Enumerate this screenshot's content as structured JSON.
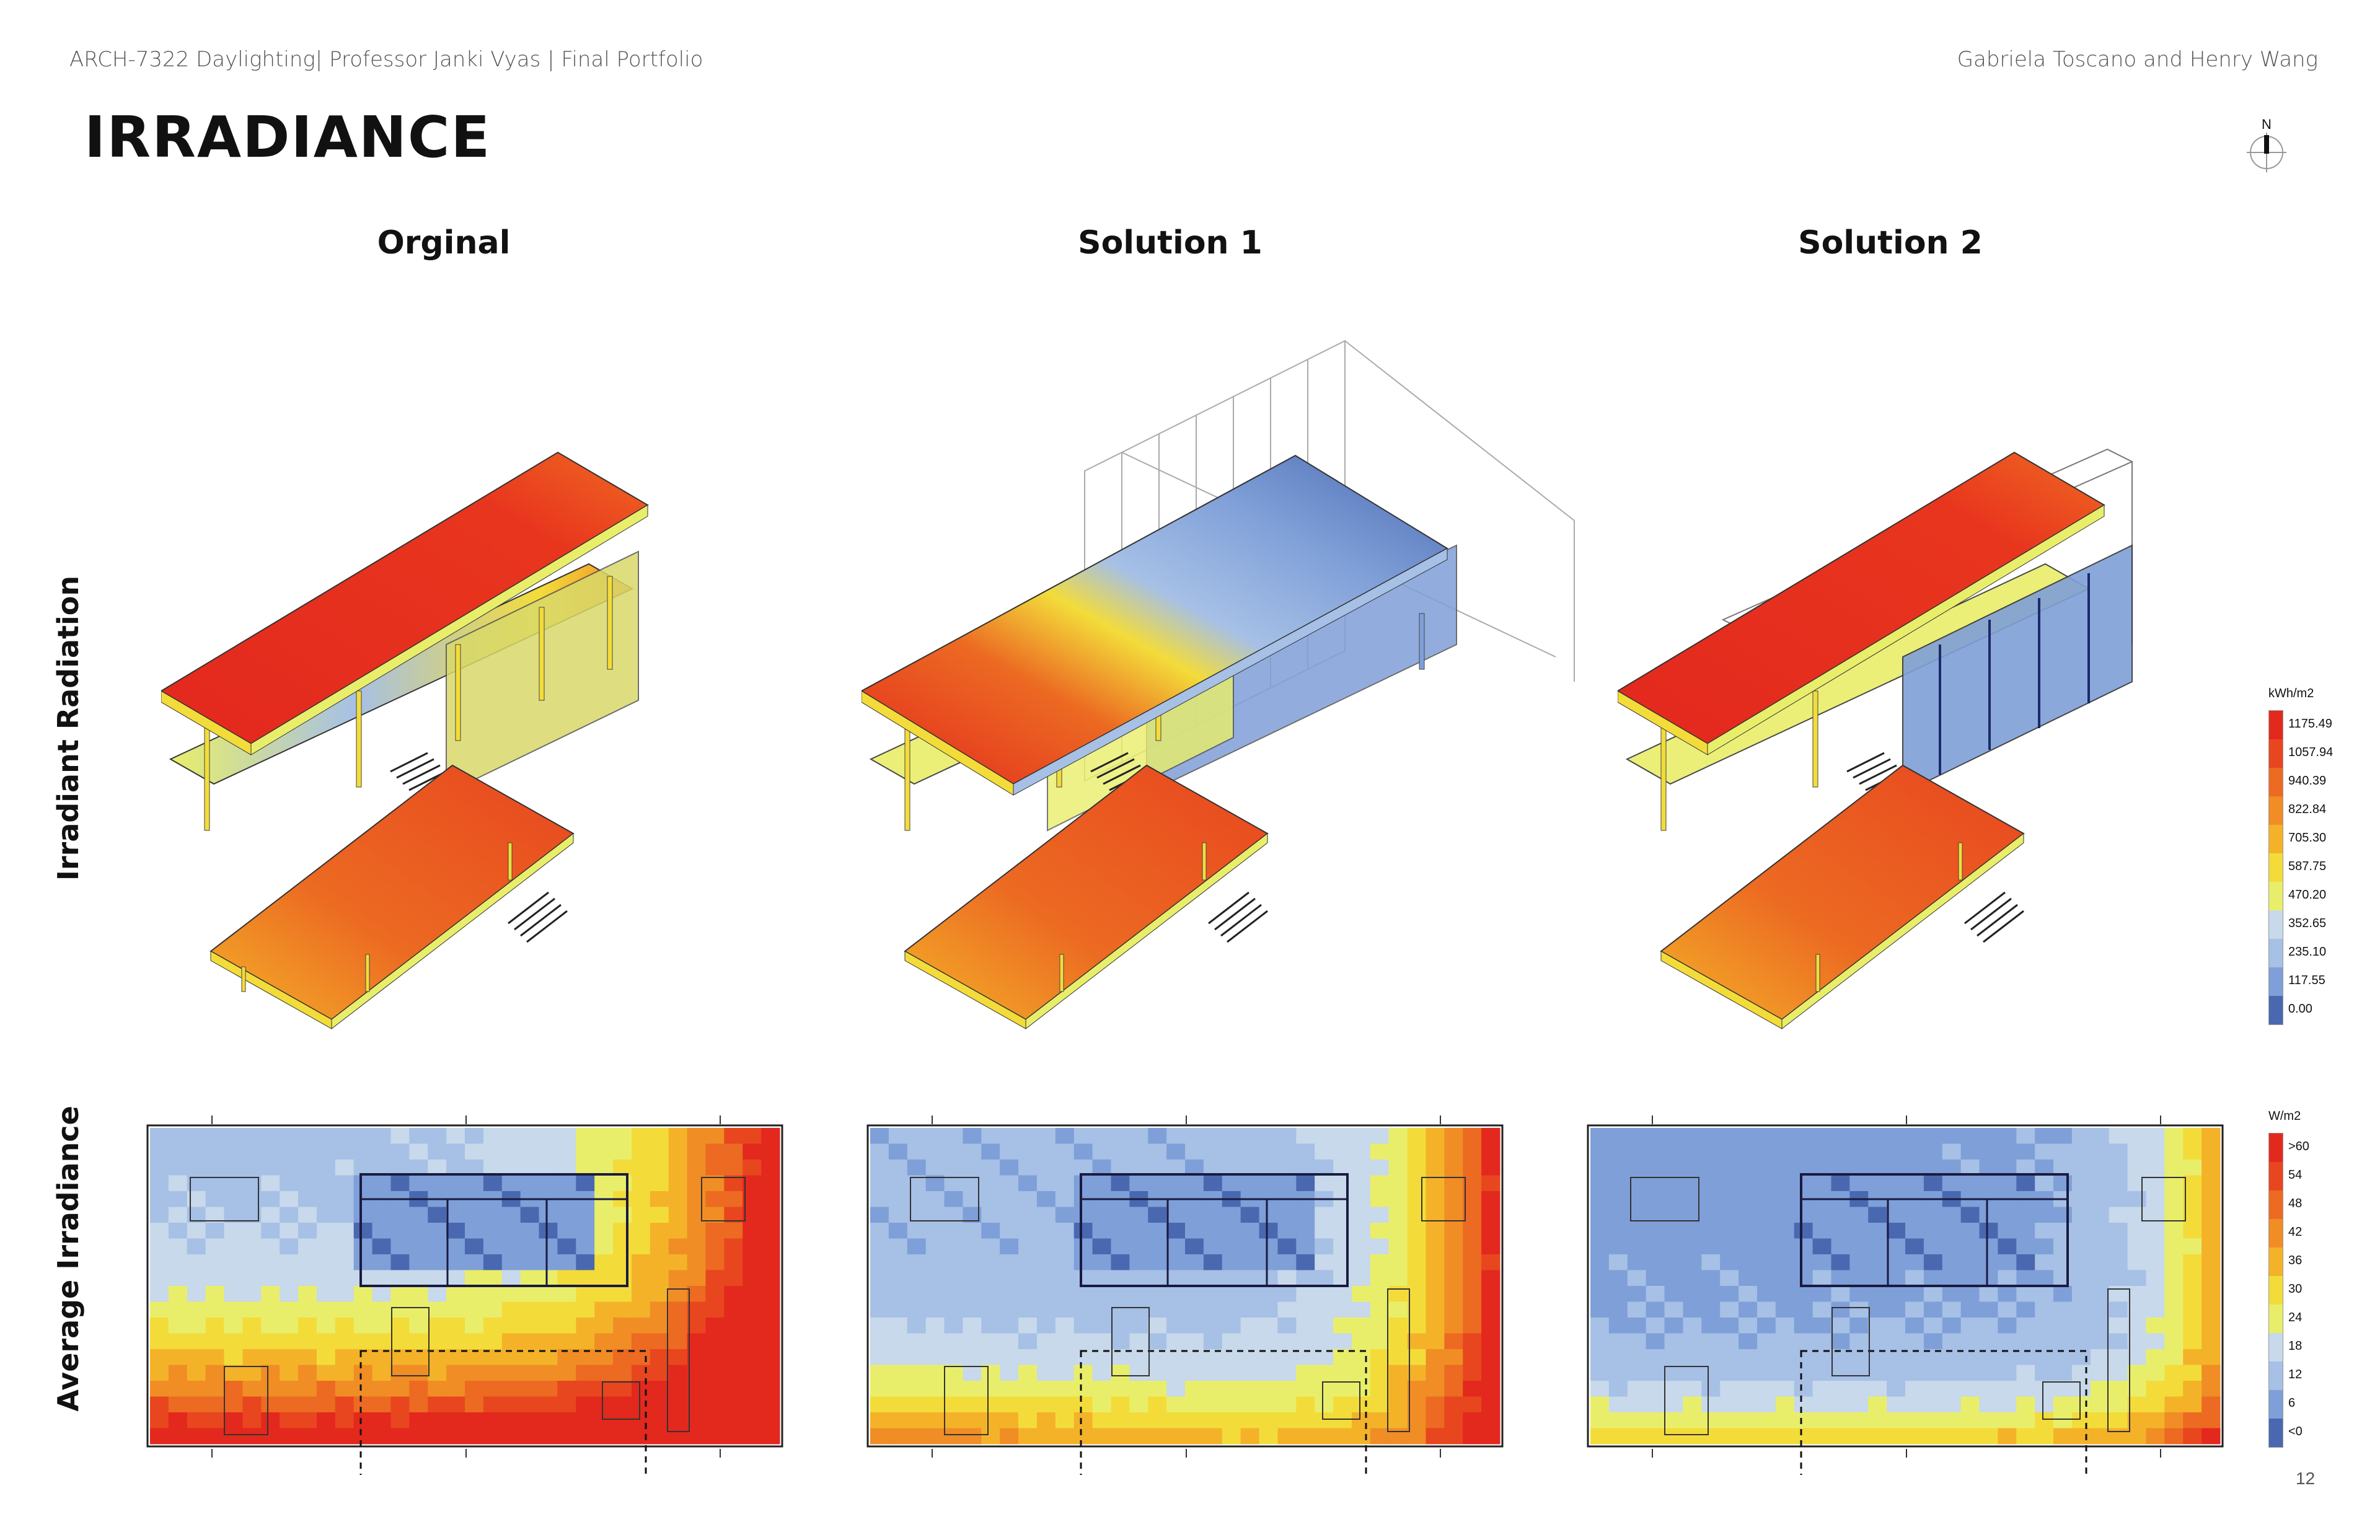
{
  "header": {
    "course": "ARCH-7322 Daylighting| Professor Janki Vyas | Final Portfolio",
    "authors": "Gabriela Toscano and Henry Wang"
  },
  "title": "IRRADIANCE",
  "compass_label": "N",
  "columns": [
    "Orginal",
    "Solution 1",
    "Solution 2"
  ],
  "rows": [
    "Irradiant Radiation",
    "Average Irradiance"
  ],
  "legend_radiation": {
    "unit": "kWh/m2",
    "ticks": [
      "1175.49",
      "1057.94",
      "940.39",
      "822.84",
      "705.30",
      "587.75",
      "470.20",
      "352.65",
      "235.10",
      "117.55",
      "0.00"
    ],
    "colors": [
      "#e3281e",
      "#e8461f",
      "#ec6a22",
      "#f08d25",
      "#f4b229",
      "#f3dc3a",
      "#e9ee6a",
      "#c7d9ea",
      "#a6c0e6",
      "#7f9fd8",
      "#4a68b0"
    ]
  },
  "legend_irradiance": {
    "unit": "W/m2",
    "ticks": [
      ">60",
      "54",
      "48",
      "42",
      "36",
      "30",
      "24",
      "18",
      "12",
      "6",
      "<0"
    ],
    "colors": [
      "#e3281e",
      "#e8461f",
      "#ec6a22",
      "#f08d25",
      "#f4b229",
      "#f3dc3a",
      "#e9ee6a",
      "#c7d9ea",
      "#a6c0e6",
      "#7f9fd8",
      "#4a68b0"
    ]
  },
  "page_number": "12"
}
